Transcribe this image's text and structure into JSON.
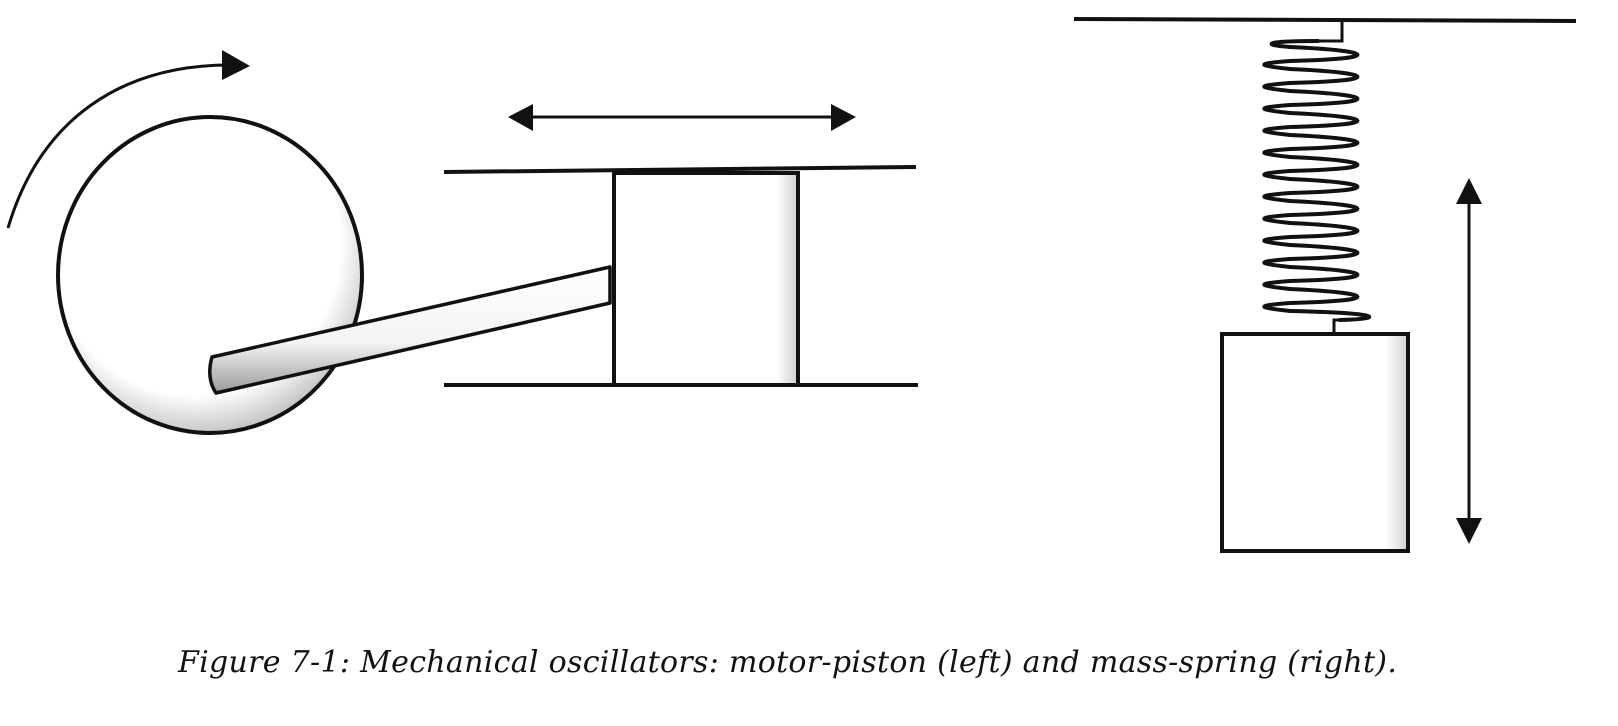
{
  "figure": {
    "number": "Figure 7-1",
    "caption": "Figure 7-1: Mechanical oscillators: motor-piston (left) and mass-spring (right).",
    "panels": [
      {
        "name": "motor-piston",
        "position": "left",
        "components": [
          "rotating wheel",
          "rotation arrow (clockwise)",
          "connecting rod",
          "piston block",
          "cylinder walls",
          "horizontal double-headed motion arrow"
        ]
      },
      {
        "name": "mass-spring",
        "position": "right",
        "components": [
          "ceiling support",
          "coil spring (12 coils)",
          "hanging mass block",
          "vertical double-headed motion arrow"
        ],
        "spring_coils": 12
      }
    ]
  },
  "colors": {
    "stroke": "#111111",
    "fill": "#ffffff",
    "shade": "#bdbdbd"
  }
}
